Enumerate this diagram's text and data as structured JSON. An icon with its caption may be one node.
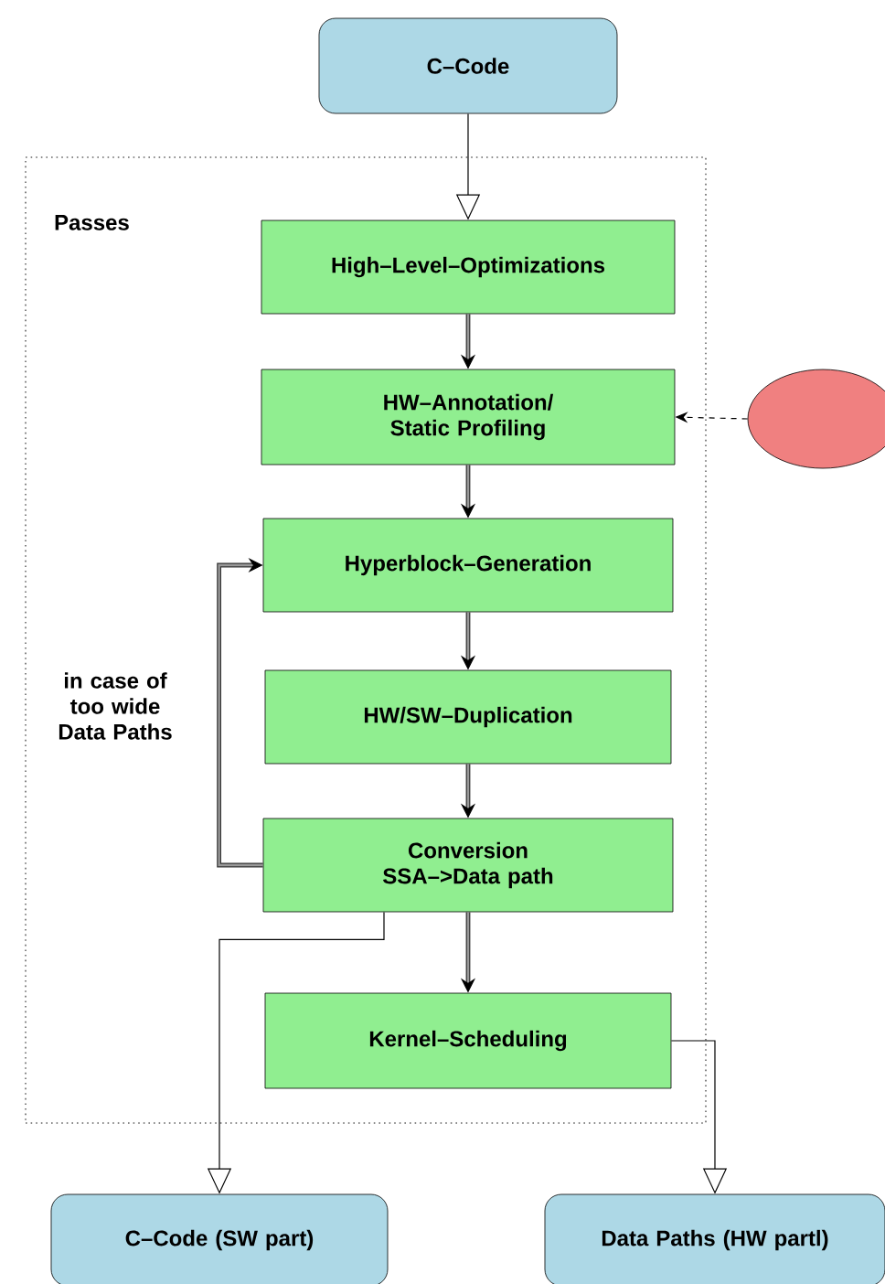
{
  "diagram": {
    "nodes": [
      {
        "text": [
          "C–Code"
        ]
      },
      {
        "text": [
          "Passes"
        ]
      },
      {
        "text": [
          "High–Level–Optimizations"
        ],
        "in": 1
      },
      {
        "text": [
          "HW–Annotation/ Static Profiling"
        ],
        "in": 1
      },
      {
        "text": [],
        "shape": "ellipse"
      },
      {
        "text": [
          "Hyperblock–Generation"
        ],
        "in": 1
      },
      {
        "text": [
          "HW/SW–Duplication"
        ],
        "in": 1
      },
      {
        "text": [
          "Conversion SSA–>Data path"
        ],
        "in": 1
      },
      {
        "text": [
          "Kernel–Scheduling"
        ],
        "in": 1
      },
      {
        "text": [
          "C–Code (SW part)"
        ]
      },
      {
        "text": [
          "Data Paths (HW partl)"
        ]
      }
    ],
    "edges": [
      {
        "from": 0,
        "to": 2,
        "arrow": "to",
        "color": "#000000"
      },
      {
        "from": 2,
        "to": 3,
        "arrow": "to"
      },
      {
        "from": 4,
        "to": 3,
        "arrow": "to",
        "style": "dashed",
        "color": "#000000"
      },
      {
        "from": 3,
        "to": 5,
        "arrow": "to"
      },
      {
        "from": 5,
        "to": 6,
        "arrow": "to"
      },
      {
        "from": 6,
        "to": 7,
        "arrow": "to"
      },
      {
        "from": 7,
        "to": 5,
        "arrow": "to",
        "label": "in case of too wide Data Paths"
      },
      {
        "from": 7,
        "to": 8,
        "arrow": "to"
      },
      {
        "from": 7,
        "to": 9,
        "arrow": "to",
        "color": "#000000"
      },
      {
        "from": 8,
        "to": 10,
        "arrow": "to",
        "color": "#000000"
      }
    ]
  }
}
